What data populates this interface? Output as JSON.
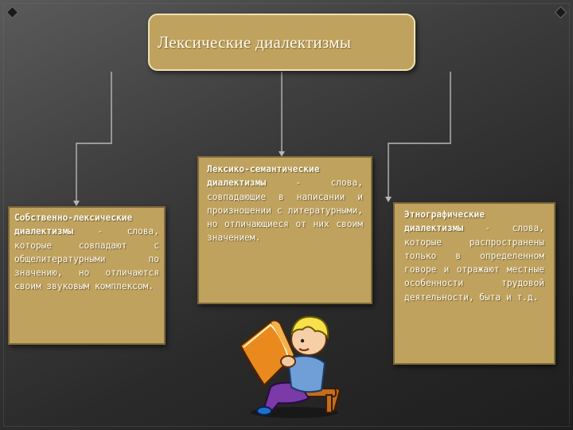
{
  "diagram": {
    "title": "Лексические диалектизмы",
    "boxes": [
      {
        "term": "Собственно-лексические диалектизмы",
        "text": " - слова, которые совпадают с общелитературными по значению, но отличаются своим звуковым комплексом."
      },
      {
        "term": "Лексико-семантические диалектизмы",
        "text": " - слова, совпадающие в написании и произношении с литературными, но отличающиеся от них своим значением."
      },
      {
        "term": "Этнографические диалектизмы",
        "text": " - слова, которые распространены только в определенном говоре и отражают местные особенности трудовой деятельности, быта и т.д."
      }
    ]
  },
  "colors": {
    "box_fill": "#c0a25f",
    "box_border": "#7d6a3a",
    "title_border": "#ede2b5",
    "connector": "#b8b8b8"
  },
  "illustration": "child-reading-book"
}
